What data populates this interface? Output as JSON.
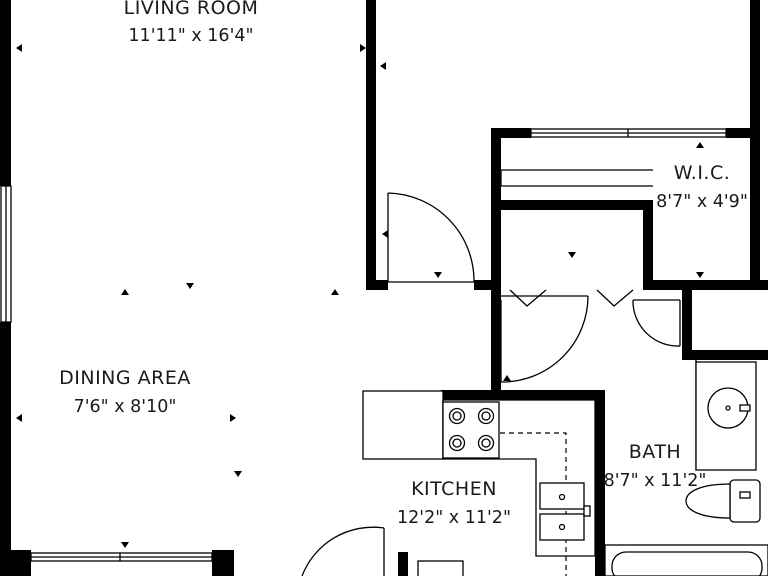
{
  "rooms": {
    "living_room": {
      "name": "LIVING ROOM",
      "dims": "11'11\" x 16'4\""
    },
    "dining_area": {
      "name": "DINING AREA",
      "dims": "7'6\" x 8'10\""
    },
    "wic": {
      "name": "W.I.C.",
      "dims": "8'7\" x 4'9\""
    },
    "kitchen": {
      "name": "KITCHEN",
      "dims": "12'2\" x 11'2\""
    },
    "bath": {
      "name": "BATH",
      "dims": "8'7\" x 11'2\""
    }
  },
  "colors": {
    "wall": "#000000",
    "background": "#ffffff",
    "text": "#1a1a1a"
  }
}
